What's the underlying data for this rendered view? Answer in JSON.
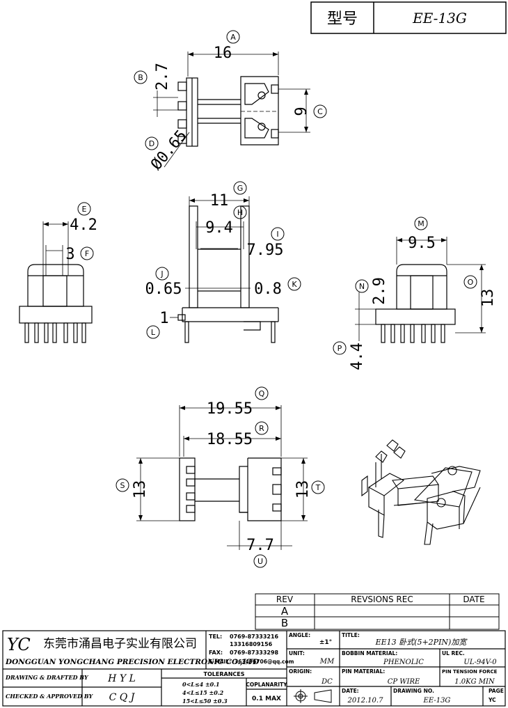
{
  "header": {
    "type_label": "型号",
    "model": "EE-13G"
  },
  "dimensions": {
    "A": {
      "letter": "A",
      "value": "16"
    },
    "B": {
      "letter": "B",
      "value": "2.7"
    },
    "C": {
      "letter": "C",
      "value": "9"
    },
    "D": {
      "letter": "D",
      "value": "Ø0.65"
    },
    "E": {
      "letter": "E",
      "value": "4.2"
    },
    "F": {
      "letter": "F",
      "value": "3"
    },
    "G": {
      "letter": "G",
      "value": "11"
    },
    "H": {
      "letter": "H",
      "value": "9.4"
    },
    "I": {
      "letter": "I",
      "value": "7.95"
    },
    "J": {
      "letter": "J",
      "value": "0.65"
    },
    "K": {
      "letter": "K",
      "value": "0.8"
    },
    "L": {
      "letter": "L",
      "value": "1"
    },
    "M": {
      "letter": "M",
      "value": "9.5"
    },
    "N": {
      "letter": "N",
      "value": "2.9"
    },
    "O": {
      "letter": "O",
      "value": "13"
    },
    "P": {
      "letter": "P",
      "value": "4.4"
    },
    "Q": {
      "letter": "Q",
      "value": "19.55"
    },
    "R": {
      "letter": "R",
      "value": "18.55"
    },
    "S": {
      "letter": "S",
      "value": "13"
    },
    "T": {
      "letter": "T",
      "value": "13"
    },
    "U": {
      "letter": "U",
      "value": "7.7"
    }
  },
  "revision": {
    "rev_header": "REV",
    "rec_header": "REVSIONS REC",
    "date_header": "DATE",
    "rows": [
      "A",
      "B"
    ]
  },
  "title_block": {
    "logo": "YC",
    "company_cn": "东莞市涌昌电子实业有限公司",
    "company_en": "DONGGUAN YONGCHANG PRECISION ELECTRONIC CO.,LTD",
    "tel_label": "TEL:",
    "tel1": "0769-87333216",
    "tel2": "13316809156",
    "fax_label": "FAX:",
    "fax": "0769-87333298",
    "email_label": "E-MAIL:",
    "email": "363496706@qq.com",
    "angle_label": "ANGLE:",
    "angle_value": "±1°",
    "title_label": "TITLE:",
    "title_value": "EE13 卧式(5+2PIN)加宽",
    "unit_label": "UNIT:",
    "unit_value": "MM",
    "bobbin_label": "BOBBIN MATERIAL:",
    "bobbin_value": "PHENOLIC",
    "ul_label": "UL REC.",
    "ul_value": "UL-94V-0",
    "origin_label": "ORIGIN:",
    "origin_value": "DC",
    "pin_label": "PIN MATERIAL:",
    "pin_value": "CP WIRE",
    "tension_label": "PIN TENSION FORCE",
    "tension_value": "1.0KG MIN",
    "drawn_label": "DRAWING & DRAFTED BY",
    "drawn_value": "H Y L",
    "checked_label": "CHECKED & APPROVED BY",
    "checked_value": "C Q J",
    "tol_label": "TOLERANCES",
    "tol1": "0<L≤4   ±0.1",
    "tol2": "4<L≤15  ±0.2",
    "tol3": "15<L≤50  ±0.3",
    "coplan_label": "COPLANARITY",
    "coplan_value": "0.1 MAX",
    "date_label": "DATE:",
    "date_value": "2012.10.7",
    "drawing_no_label": "DRAWING NO.",
    "drawing_no_value": "EE-13G",
    "page_label": "PAGE",
    "page_value": "YC"
  }
}
